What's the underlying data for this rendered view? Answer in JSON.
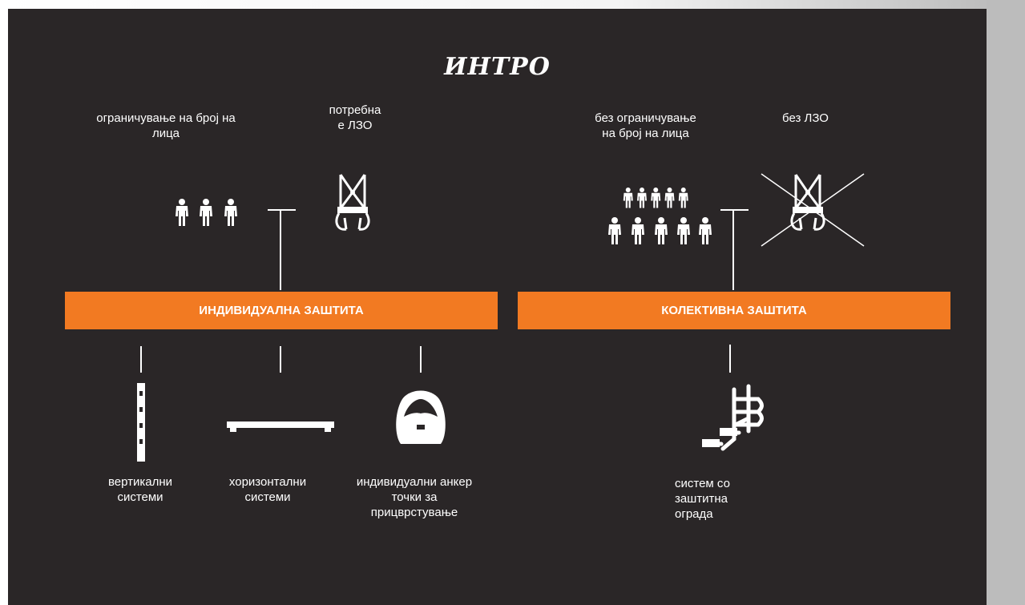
{
  "title": "ИНТРО",
  "left": {
    "label_people": "ограничување на број на лица",
    "label_ppe": "потребна е ЛЗО",
    "bar_label": "ИНДИВИДУАЛНА ЗАШТИТА",
    "items": [
      {
        "label": "вертикални системи",
        "icon": "vertical-system-icon"
      },
      {
        "label": "хоризонтални системи",
        "icon": "horizontal-system-icon"
      },
      {
        "label": "индивидуални анкер точки за прицврстување",
        "icon": "anchor-point-icon"
      }
    ]
  },
  "right": {
    "label_people": "без ограничување на број на лица",
    "label_ppe": "без ЛЗО",
    "bar_label": "КОЛЕКТИВНА ЗАШТИТА",
    "items": [
      {
        "label": "систем со заштитна ограда",
        "icon": "guardrail-system-icon"
      }
    ]
  },
  "colors": {
    "background": "#2a2627",
    "accent": "#f27a22",
    "text": "#ffffff",
    "sidebar": "#bcbcbc"
  }
}
